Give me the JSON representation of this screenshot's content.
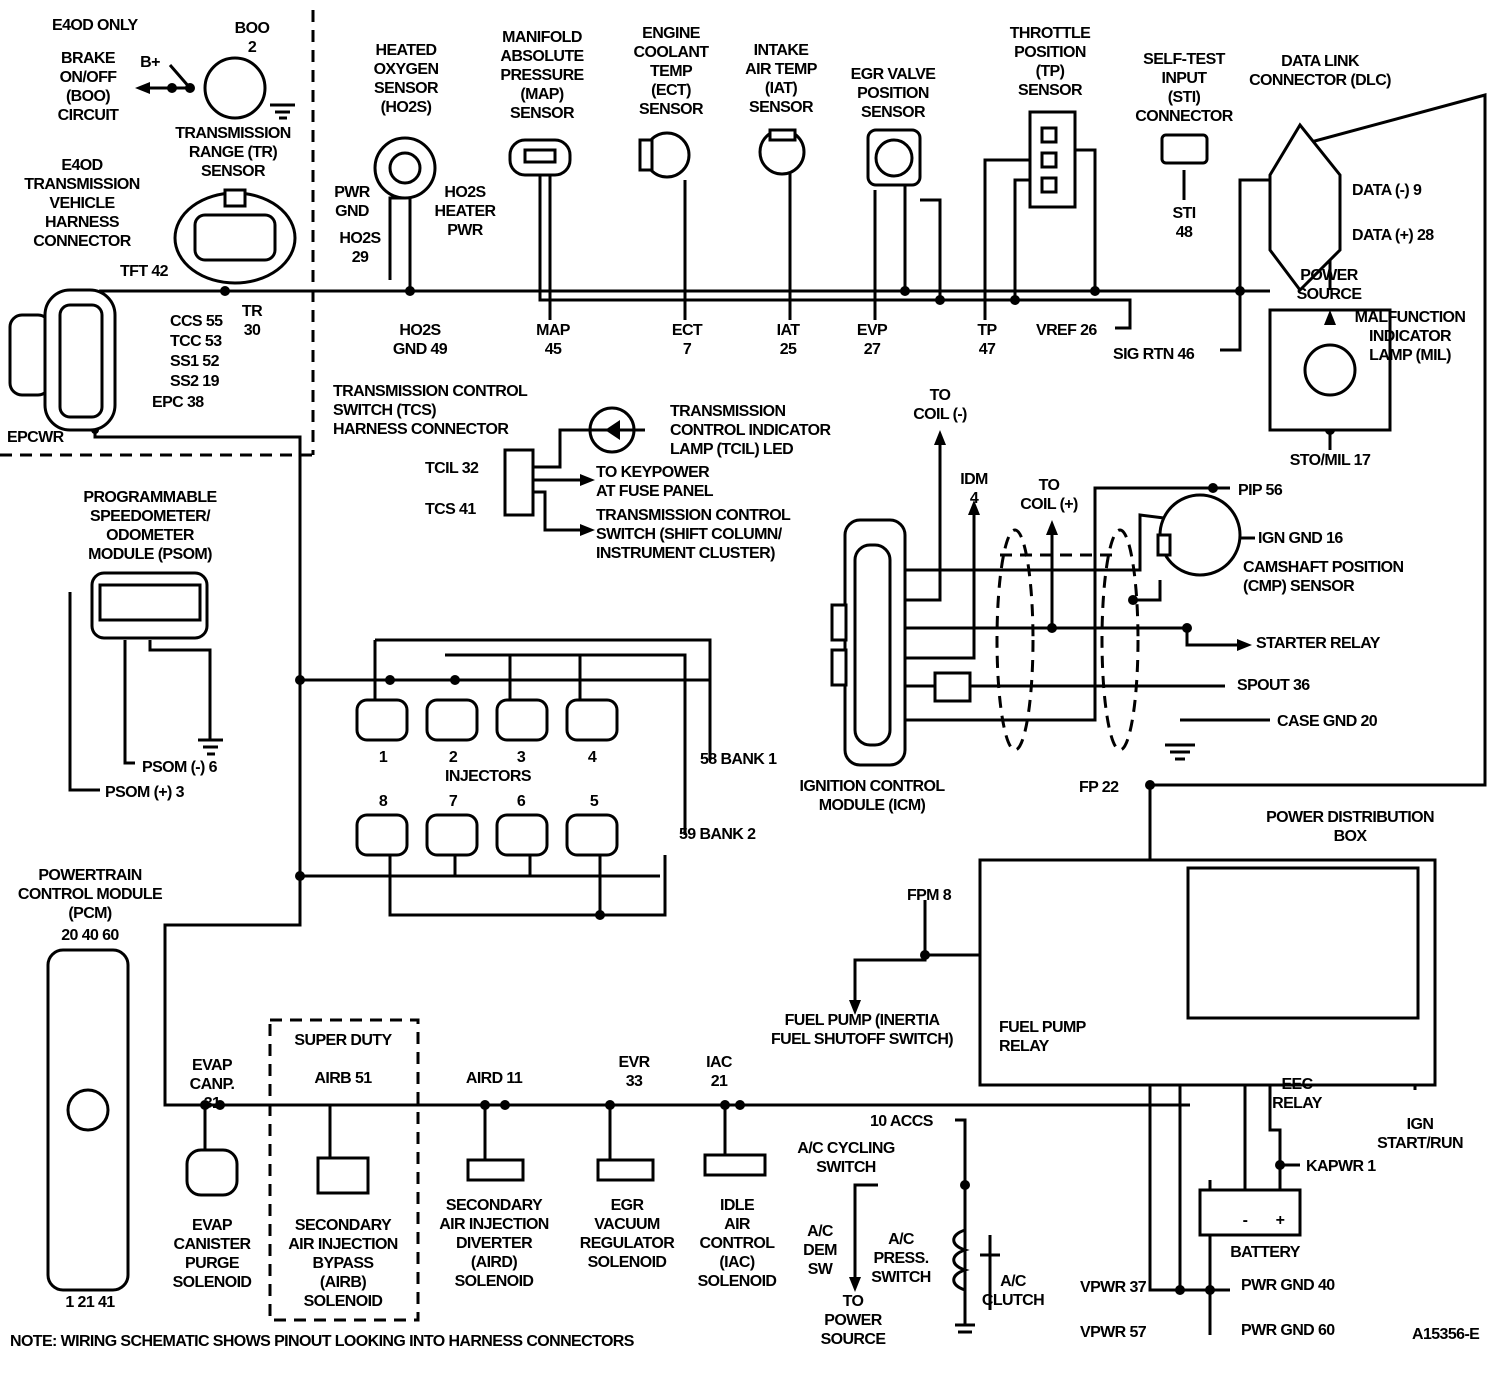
{
  "diagram": {
    "figure_id": "A15356-E",
    "note": "NOTE: WIRING SCHEMATIC SHOWS PINOUT LOOKING INTO HARNESS CONNECTORS",
    "colors": {
      "ink": "#000000",
      "background": "#ffffff"
    },
    "labels": {
      "e4od_only": [
        "E4OD ONLY"
      ],
      "boo": [
        "BOO",
        "2"
      ],
      "b_plus": [
        "B+"
      ],
      "brake": [
        "BRAKE",
        "ON/OFF",
        "(BOO)",
        "CIRCUIT"
      ],
      "tr_sensor": [
        "TRANSMISSION",
        "RANGE (TR)",
        "SENSOR"
      ],
      "e4od_conn": [
        "E4OD",
        "TRANSMISSION",
        "VEHICLE",
        "HARNESS",
        "CONNECTOR"
      ],
      "tft": [
        "TFT 42"
      ],
      "ccs": [
        "CCS 55"
      ],
      "tcc": [
        "TCC 53"
      ],
      "ss1": [
        "SS1 52"
      ],
      "ss2": [
        "SS2 19"
      ],
      "epc": [
        "EPC 38"
      ],
      "epcwr": [
        "EPCWR"
      ],
      "tr30": [
        "TR",
        "30"
      ],
      "ho2s_title": [
        "HEATED",
        "OXYGEN",
        "SENSOR",
        "(HO2S)"
      ],
      "pwr_gnd": [
        "PWR",
        "GND"
      ],
      "ho2s_heater": [
        "HO2S",
        "HEATER",
        "PWR"
      ],
      "ho2s29": [
        "HO2S",
        "29"
      ],
      "ho2s_gnd": [
        "HO2S",
        "GND 49"
      ],
      "map_title": [
        "MANIFOLD",
        "ABSOLUTE",
        "PRESSURE",
        "(MAP)",
        "SENSOR"
      ],
      "map45": [
        "MAP",
        "45"
      ],
      "ect_title": [
        "ENGINE",
        "COOLANT",
        "TEMP",
        "(ECT)",
        "SENSOR"
      ],
      "ect7": [
        "ECT",
        "7"
      ],
      "iat_title": [
        "INTAKE",
        "AIR TEMP",
        "(IAT)",
        "SENSOR"
      ],
      "iat25": [
        "IAT",
        "25"
      ],
      "egr_title": [
        "EGR VALVE",
        "POSITION",
        "SENSOR"
      ],
      "evp": [
        "EVP",
        "27"
      ],
      "tp_title": [
        "THROTTLE",
        "POSITION",
        "(TP)",
        "SENSOR"
      ],
      "tp47": [
        "TP",
        "47"
      ],
      "vref": [
        "VREF 26"
      ],
      "sti_title": [
        "SELF-TEST",
        "INPUT",
        "(STI)",
        "CONNECTOR"
      ],
      "sti48": [
        "STI",
        "48"
      ],
      "dlc_title": [
        "DATA LINK",
        "CONNECTOR (DLC)"
      ],
      "data_neg": [
        "DATA (-) 9"
      ],
      "data_pos": [
        "DATA (+) 28"
      ],
      "power_source": [
        "POWER",
        "SOURCE"
      ],
      "sig_rtn": [
        "SIG RTN 46"
      ],
      "mil": [
        "MALFUNCTION",
        "INDICATOR",
        "LAMP (MIL)"
      ],
      "sto": [
        "STO/MIL 17"
      ],
      "tcs_title": [
        "TRANSMISSION CONTROL",
        "SWITCH (TCS)",
        "HARNESS CONNECTOR"
      ],
      "tcil_led": [
        "TRANSMISSION",
        "CONTROL INDICATOR",
        "LAMP (TCIL) LED"
      ],
      "tcil32": [
        "TCIL 32"
      ],
      "tcs41": [
        "TCS 41"
      ],
      "keypower": [
        "TO KEYPOWER",
        "AT FUSE PANEL"
      ],
      "tcs_switch": [
        "TRANSMISSION CONTROL",
        "SWITCH (SHIFT COLUMN/",
        "INSTRUMENT CLUSTER)"
      ],
      "psom": [
        "PROGRAMMABLE",
        "SPEEDOMETER/",
        "ODOMETER",
        "MODULE (PSOM)"
      ],
      "psom_neg": [
        "PSOM (-) 6"
      ],
      "psom_pos": [
        "PSOM (+) 3"
      ],
      "to_coil_neg": [
        "TO",
        "COIL (-)"
      ],
      "idm": [
        "IDM",
        "4"
      ],
      "to_coil_pos": [
        "TO",
        "COIL (+)"
      ],
      "pip": [
        "PIP 56"
      ],
      "ign_gnd": [
        "IGN GND 16"
      ],
      "cmp": [
        "CAMSHAFT POSITION",
        "(CMP) SENSOR"
      ],
      "starter": [
        "STARTER RELAY"
      ],
      "spout": [
        "SPOUT 36"
      ],
      "case_gnd": [
        "CASE GND 20"
      ],
      "icm": [
        "IGNITION CONTROL",
        "MODULE (ICM)"
      ],
      "fp22": [
        "FP 22"
      ],
      "pdb": [
        "POWER DISTRIBUTION",
        "BOX"
      ],
      "injectors": [
        "INJECTORS"
      ],
      "inj1": [
        "1"
      ],
      "inj2": [
        "2"
      ],
      "inj3": [
        "3"
      ],
      "inj4": [
        "4"
      ],
      "inj5": [
        "5"
      ],
      "inj6": [
        "6"
      ],
      "inj7": [
        "7"
      ],
      "inj8": [
        "8"
      ],
      "bank1": [
        "58 BANK 1"
      ],
      "bank2": [
        "59 BANK 2"
      ],
      "pcm": [
        "POWERTRAIN",
        "CONTROL MODULE",
        "(PCM)"
      ],
      "pcm_top": [
        "20  40  60"
      ],
      "pcm_bottom": [
        "1   21   41"
      ],
      "fpm": [
        "FPM 8"
      ],
      "fuel_pump": [
        "FUEL PUMP (INERTIA",
        "FUEL SHUTOFF SWITCH)"
      ],
      "fp_relay": [
        "FUEL PUMP",
        "RELAY"
      ],
      "eec": [
        "EEC",
        "RELAY"
      ],
      "ign": [
        "IGN",
        "START/RUN"
      ],
      "evap_canp": [
        "EVAP",
        "CANP.",
        "31"
      ],
      "super_duty": [
        "SUPER DUTY"
      ],
      "airb51": [
        "AIRB 51"
      ],
      "aird11": [
        "AIRD 11"
      ],
      "evr": [
        "EVR",
        "33"
      ],
      "iac": [
        "IAC",
        "21"
      ],
      "evap_sol": [
        "EVAP",
        "CANISTER",
        "PURGE",
        "SOLENOID"
      ],
      "airb_sol": [
        "SECONDARY",
        "AIR INJECTION",
        "BYPASS",
        "(AIRB)",
        "SOLENOID"
      ],
      "aird_sol": [
        "SECONDARY",
        "AIR INJECTION",
        "DIVERTER",
        "(AIRD)",
        "SOLENOID"
      ],
      "egr_sol": [
        "EGR",
        "VACUUM",
        "REGULATOR",
        "SOLENOID"
      ],
      "iac_sol": [
        "IDLE",
        "AIR",
        "CONTROL",
        "(IAC)",
        "SOLENOID"
      ],
      "accs": [
        "10 ACCS"
      ],
      "ac_cycling": [
        "A/C CYCLING",
        "SWITCH"
      ],
      "ac_dem": [
        "A/C",
        "DEM",
        "SW"
      ],
      "ac_press": [
        "A/C",
        "PRESS.",
        "SWITCH"
      ],
      "to_power": [
        "TO",
        "POWER",
        "SOURCE"
      ],
      "ac_clutch": [
        "A/C",
        "CLUTCH"
      ],
      "kapwr": [
        "KAPWR 1"
      ],
      "battery": [
        "BATTERY"
      ],
      "battery_neg": [
        "-"
      ],
      "battery_pos": [
        "+"
      ],
      "vpwr37": [
        "VPWR 37"
      ],
      "vpwr57": [
        "VPWR 57"
      ],
      "pwr_gnd40": [
        "PWR GND 40"
      ],
      "pwr_gnd60": [
        "PWR GND 60"
      ]
    }
  }
}
